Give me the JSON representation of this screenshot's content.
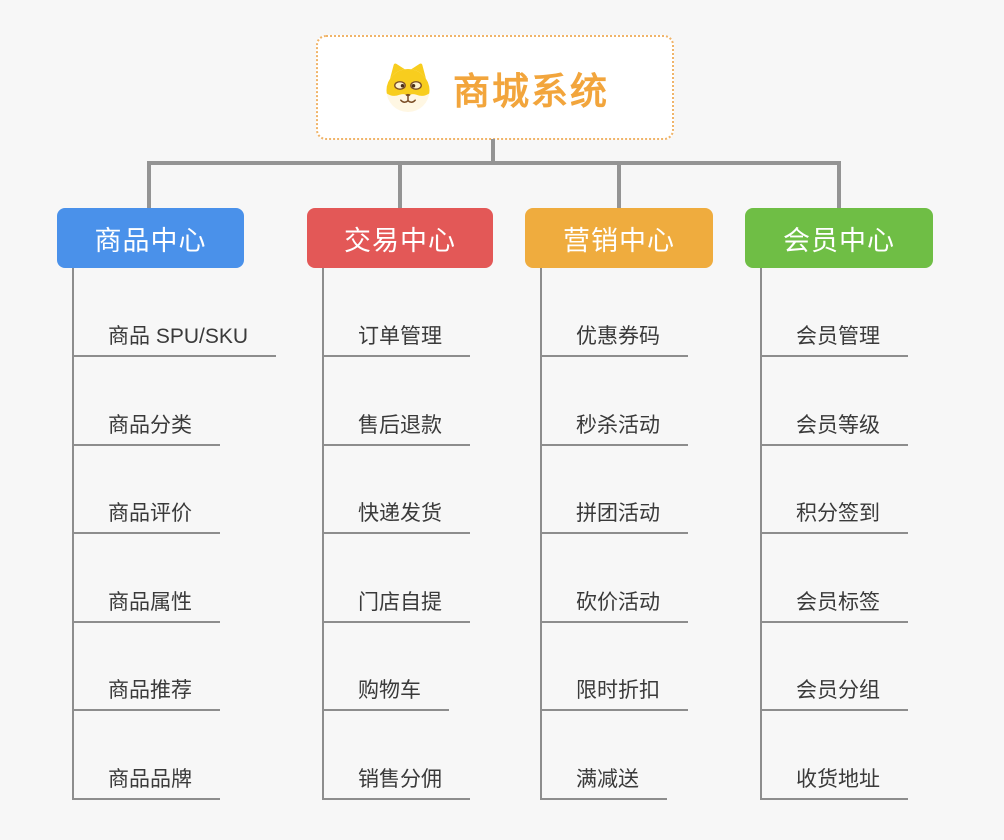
{
  "root": {
    "title": "商城系统",
    "title_color": "#f2a53c",
    "border_color": "#f0b469",
    "icon": "doge-face-icon"
  },
  "branches": [
    {
      "label": "商品中心",
      "color": "#4a91ea",
      "items": [
        "商品 SPU/SKU",
        "商品分类",
        "商品评价",
        "商品属性",
        "商品推荐",
        "商品品牌"
      ]
    },
    {
      "label": "交易中心",
      "color": "#e35857",
      "items": [
        "订单管理",
        "售后退款",
        "快递发货",
        "门店自提",
        "购物车",
        "销售分佣"
      ]
    },
    {
      "label": "营销中心",
      "color": "#efac3e",
      "items": [
        "优惠券码",
        "秒杀活动",
        "拼团活动",
        "砍价活动",
        "限时折扣",
        "满减送"
      ]
    },
    {
      "label": "会员中心",
      "color": "#6fbe45",
      "items": [
        "会员管理",
        "会员等级",
        "积分签到",
        "会员标签",
        "会员分组",
        "收货地址"
      ]
    }
  ],
  "colors": {
    "background": "#f7f7f7",
    "connector": "#949494",
    "leaf_line": "#8d8d8d",
    "leaf_text": "#3a3a3a"
  }
}
